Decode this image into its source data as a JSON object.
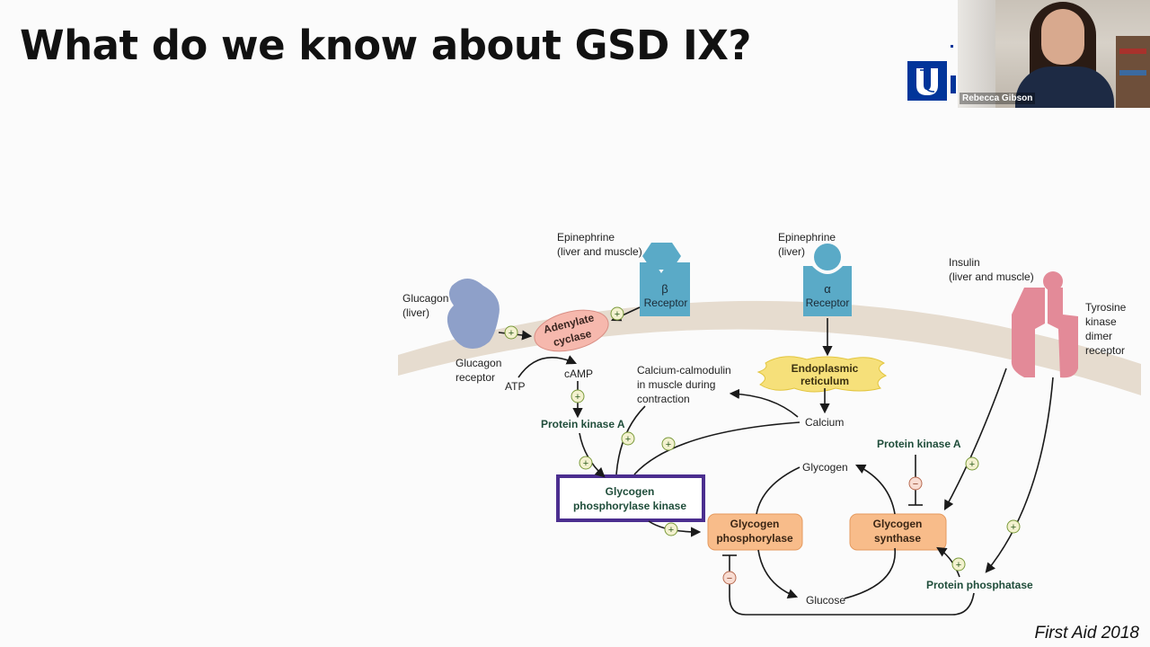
{
  "slide": {
    "title": "What do we know about GSD IX?",
    "citation": "First Aid 2018"
  },
  "video": {
    "participant_name": "Rebecca Gibson"
  },
  "diagram": {
    "epinephrine_beta_label": [
      "Epinephrine",
      "(liver and muscle)"
    ],
    "epinephrine_alpha_label": [
      "Epinephrine",
      "(liver)"
    ],
    "insulin_label": [
      "Insulin",
      "(liver and muscle)"
    ],
    "glucagon_label": [
      "Glucagon",
      "(liver)"
    ],
    "glucagon_receptor_label": [
      "Glucagon",
      "receptor"
    ],
    "beta_receptor": [
      "β",
      "Receptor"
    ],
    "alpha_receptor": [
      "α",
      "Receptor"
    ],
    "tyrosine_label": [
      "Tyrosine",
      "kinase",
      "dimer",
      "receptor"
    ],
    "adenylate_cyclase": [
      "Adenylate",
      "cyclase"
    ],
    "atp": "ATP",
    "camp": "cAMP",
    "calmodulin": [
      "Calcium-calmodulin",
      "in muscle during",
      "contraction"
    ],
    "er": [
      "Endoplasmic",
      "reticulum"
    ],
    "calcium": "Calcium",
    "pka_left": "Protein kinase A",
    "pka_right": "Protein kinase A",
    "phosphorylase_kinase": [
      "Glycogen",
      "phosphorylase kinase"
    ],
    "glycogen_phosphorylase": [
      "Glycogen",
      "phosphorylase"
    ],
    "glycogen_synthase": [
      "Glycogen",
      "synthase"
    ],
    "glycogen": "Glycogen",
    "glucose": "Glucose",
    "protein_phosphatase": "Protein phosphatase",
    "plus": "+",
    "minus": "−"
  },
  "colors": {
    "membrane": "#e6dccf",
    "receptor_blue": "#5aaac7",
    "glucagon_receptor": "#8ea0c9",
    "tyrosine_pink": "#e38a98",
    "adenylate_fill": "#f6b8ad",
    "enzyme_orange": "#f8bc8a",
    "er_yellow": "#f6e07a",
    "highlight_purple": "#4b2e8f",
    "label_green": "#1f4d3a"
  }
}
